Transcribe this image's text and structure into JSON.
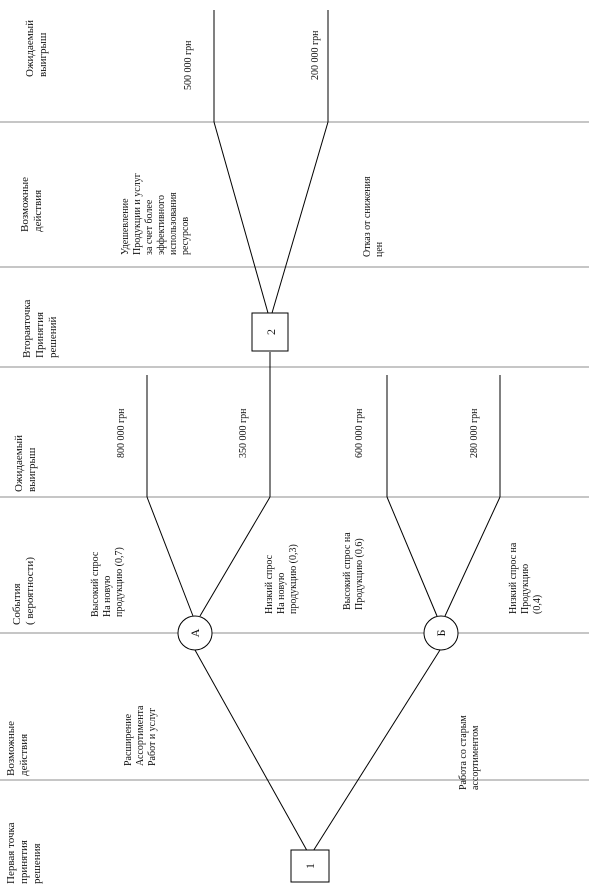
{
  "columns": [
    {
      "id": "first_decision",
      "lines": [
        "Первая точка",
        "принятия",
        "решения"
      ]
    },
    {
      "id": "actions_1",
      "lines": [
        "Возможные",
        "действия"
      ]
    },
    {
      "id": "events",
      "lines": [
        "События",
        "( вероятности)"
      ]
    },
    {
      "id": "payoff_1",
      "lines": [
        "Ожидаемый",
        "выигрыш"
      ]
    },
    {
      "id": "second_decision",
      "lines": [
        "Втораяточка",
        "Принятия",
        "решений"
      ]
    },
    {
      "id": "actions_2",
      "lines": [
        "Возможные",
        "действия"
      ]
    },
    {
      "id": "payoff_2",
      "lines": [
        "Ожидаемый",
        "выигрыш"
      ]
    }
  ],
  "nodes": {
    "decision_1": "1",
    "chance_a": "А",
    "chance_b": "Б",
    "decision_2": "2"
  },
  "actions_first": {
    "expand": [
      "Расширение",
      "Ассортимента",
      "Работ и услуг"
    ],
    "keep": [
      "Работа со старым",
      "ассортиментом"
    ]
  },
  "events": {
    "a_high": [
      "Высокий спрос",
      "На новую",
      "продукцию (0,7)"
    ],
    "a_low": [
      "Низкий спрос",
      "На новую",
      "продукцию (0,3)"
    ],
    "b_high": [
      "Высокий спрос на",
      "Продукцию (0,6)"
    ],
    "b_low": [
      "Низкий спрос на",
      "Продукцию",
      "(0,4)"
    ]
  },
  "payoffs_first": {
    "a_high": "800 000 грн",
    "a_low": "350 000 грн",
    "b_high": "600 000 грн",
    "b_low": "280 000 грн"
  },
  "actions_second": {
    "cut": [
      "Удешевление",
      "Продукции и услуг",
      "за счет более",
      "эффективного",
      "использования",
      "ресурсов"
    ],
    "refuse": [
      "Отказ от снижения",
      "цен"
    ]
  },
  "payoffs_second": {
    "cut": "500 000 грн",
    "refuse": "200 000 грн"
  }
}
